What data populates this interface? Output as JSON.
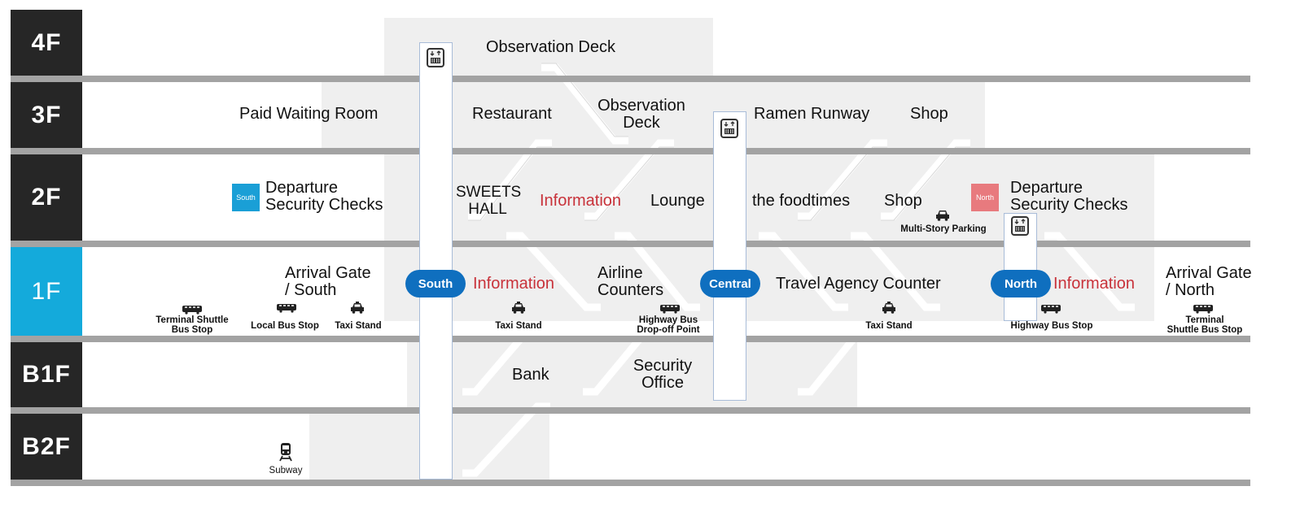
{
  "floors": [
    {
      "id": "4F",
      "label": "4F",
      "active": false
    },
    {
      "id": "3F",
      "label": "3F",
      "active": false
    },
    {
      "id": "2F",
      "label": "2F",
      "active": false
    },
    {
      "id": "1F",
      "label": "1F",
      "active": true
    },
    {
      "id": "B1F",
      "label": "B1F",
      "active": false
    },
    {
      "id": "B2F",
      "label": "B2F",
      "active": false
    }
  ],
  "colors": {
    "floor_label_bg": "#262626",
    "active_floor_bg": "#14aadb",
    "south_badge": "#1a9fd6",
    "north_badge": "#e87a7e",
    "wing_pill": "#0f6fbf",
    "information_text": "#c8323a",
    "separator": "#a3a3a3",
    "zone_fill": "#efefef"
  },
  "f4": {
    "observation_deck": "Observation Deck"
  },
  "f3": {
    "paid_waiting_room": "Paid Waiting Room",
    "restaurant": "Restaurant",
    "observation_deck_l1": "Observation",
    "observation_deck_l2": "Deck",
    "ramen_runway": "Ramen Runway",
    "shop": "Shop"
  },
  "f2": {
    "south_badge": "South",
    "south_security_l1": "Departure",
    "south_security_l2": "Security Checks",
    "sweets_hall_l1": "SWEETS",
    "sweets_hall_l2": "HALL",
    "information": "Information",
    "lounge": "Lounge",
    "foodtimes": "the foodtimes",
    "shop": "Shop",
    "parking": "Multi-Story Parking",
    "north_badge": "North",
    "north_security_l1": "Departure",
    "north_security_l2": "Security Checks"
  },
  "f1": {
    "arrival_south_l1": "Arrival Gate",
    "arrival_south_l2": "/ South",
    "south_pill": "South",
    "information_south": "Information",
    "airline_l1": "Airline",
    "airline_l2": "Counters",
    "central_pill": "Central",
    "travel_agency": "Travel Agency Counter",
    "north_pill": "North",
    "information_north": "Information",
    "arrival_north_l1": "Arrival Gate",
    "arrival_north_l2": "/ North",
    "terminal_shuttle_south_l1": "Terminal Shuttle",
    "terminal_shuttle_south_l2": "Bus Stop",
    "local_bus": "Local Bus Stop",
    "taxi_south": "Taxi Stand",
    "taxi_mid": "Taxi Stand",
    "highway_dropoff_l1": "Highway Bus",
    "highway_dropoff_l2": "Drop-off Point",
    "taxi_central": "Taxi Stand",
    "highway_stop": "Highway Bus Stop",
    "terminal_shuttle_north_l1": "Terminal",
    "terminal_shuttle_north_l2": "Shuttle Bus Stop"
  },
  "b1": {
    "bank": "Bank",
    "security_office_l1": "Security",
    "security_office_l2": "Office"
  },
  "b2": {
    "subway": "Subway"
  }
}
